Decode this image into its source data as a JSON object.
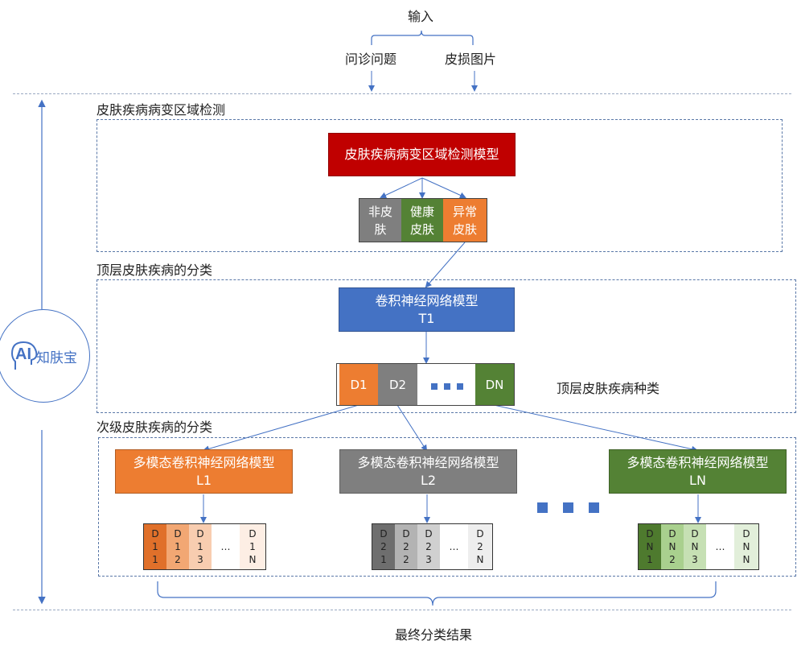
{
  "input": {
    "label": "输入",
    "question": "问诊问题",
    "image": "皮损图片"
  },
  "sections": {
    "detection": "皮肤疾病病变区域检测",
    "top": "顶层皮肤疾病的分类",
    "sub": "次级皮肤疾病的分类"
  },
  "detection_model": "皮肤疾病病变区域检测模型",
  "skin_classes": [
    {
      "line1": "非皮",
      "line2": "肤",
      "color": "#7f7f7f"
    },
    {
      "line1": "健康",
      "line2": "皮肤",
      "color": "#548235"
    },
    {
      "line1": "异常",
      "line2": "皮肤",
      "color": "#ed7d31"
    }
  ],
  "cnn_model": {
    "name": "卷积神经网络模型",
    "id": "T1"
  },
  "top_classes": [
    {
      "label": "D1",
      "color": "#ed7d31"
    },
    {
      "label": "D2",
      "color": "#7f7f7f"
    },
    {
      "label": "",
      "color": "#ffffff"
    },
    {
      "label": "DN",
      "color": "#548235"
    }
  ],
  "top_classes_caption": "顶层皮肤疾病种类",
  "sub_models": [
    {
      "name": "多模态卷积神经网络模型",
      "id": "L1",
      "color": "#ed7d31"
    },
    {
      "name": "多模态卷积神经网络模型",
      "id": "L2",
      "color": "#7f7f7f"
    },
    {
      "name": "多模态卷积神经网络模型",
      "id": "LN",
      "color": "#548235"
    }
  ],
  "sub_classes": [
    [
      {
        "text": "D\n1\n1",
        "color": "#e0702a"
      },
      {
        "text": "D\n1\n2",
        "color": "#f2a773"
      },
      {
        "text": "D\n1\n3",
        "color": "#f8cdb0"
      },
      {
        "text": "…",
        "color": "#ffffff"
      },
      {
        "text": "D\n1\nN",
        "color": "#fdeee4"
      }
    ],
    [
      {
        "text": "D\n2\n1",
        "color": "#6e6e6e"
      },
      {
        "text": "D\n2\n2",
        "color": "#b3b3b3"
      },
      {
        "text": "D\n2\n3",
        "color": "#d0d0d0"
      },
      {
        "text": "…",
        "color": "#ffffff"
      },
      {
        "text": "D\n2\nN",
        "color": "#eeeeee"
      }
    ],
    [
      {
        "text": "D\nN\n1",
        "color": "#4e7a2e"
      },
      {
        "text": "D\nN\n2",
        "color": "#a9d08e"
      },
      {
        "text": "D\nN\n3",
        "color": "#c6e0b4"
      },
      {
        "text": "…",
        "color": "#ffffff"
      },
      {
        "text": "D\nN\nN",
        "color": "#e2efda"
      }
    ]
  ],
  "logo": {
    "text": "知肤宝",
    "badge": "AI"
  },
  "output": "最终分类结果"
}
